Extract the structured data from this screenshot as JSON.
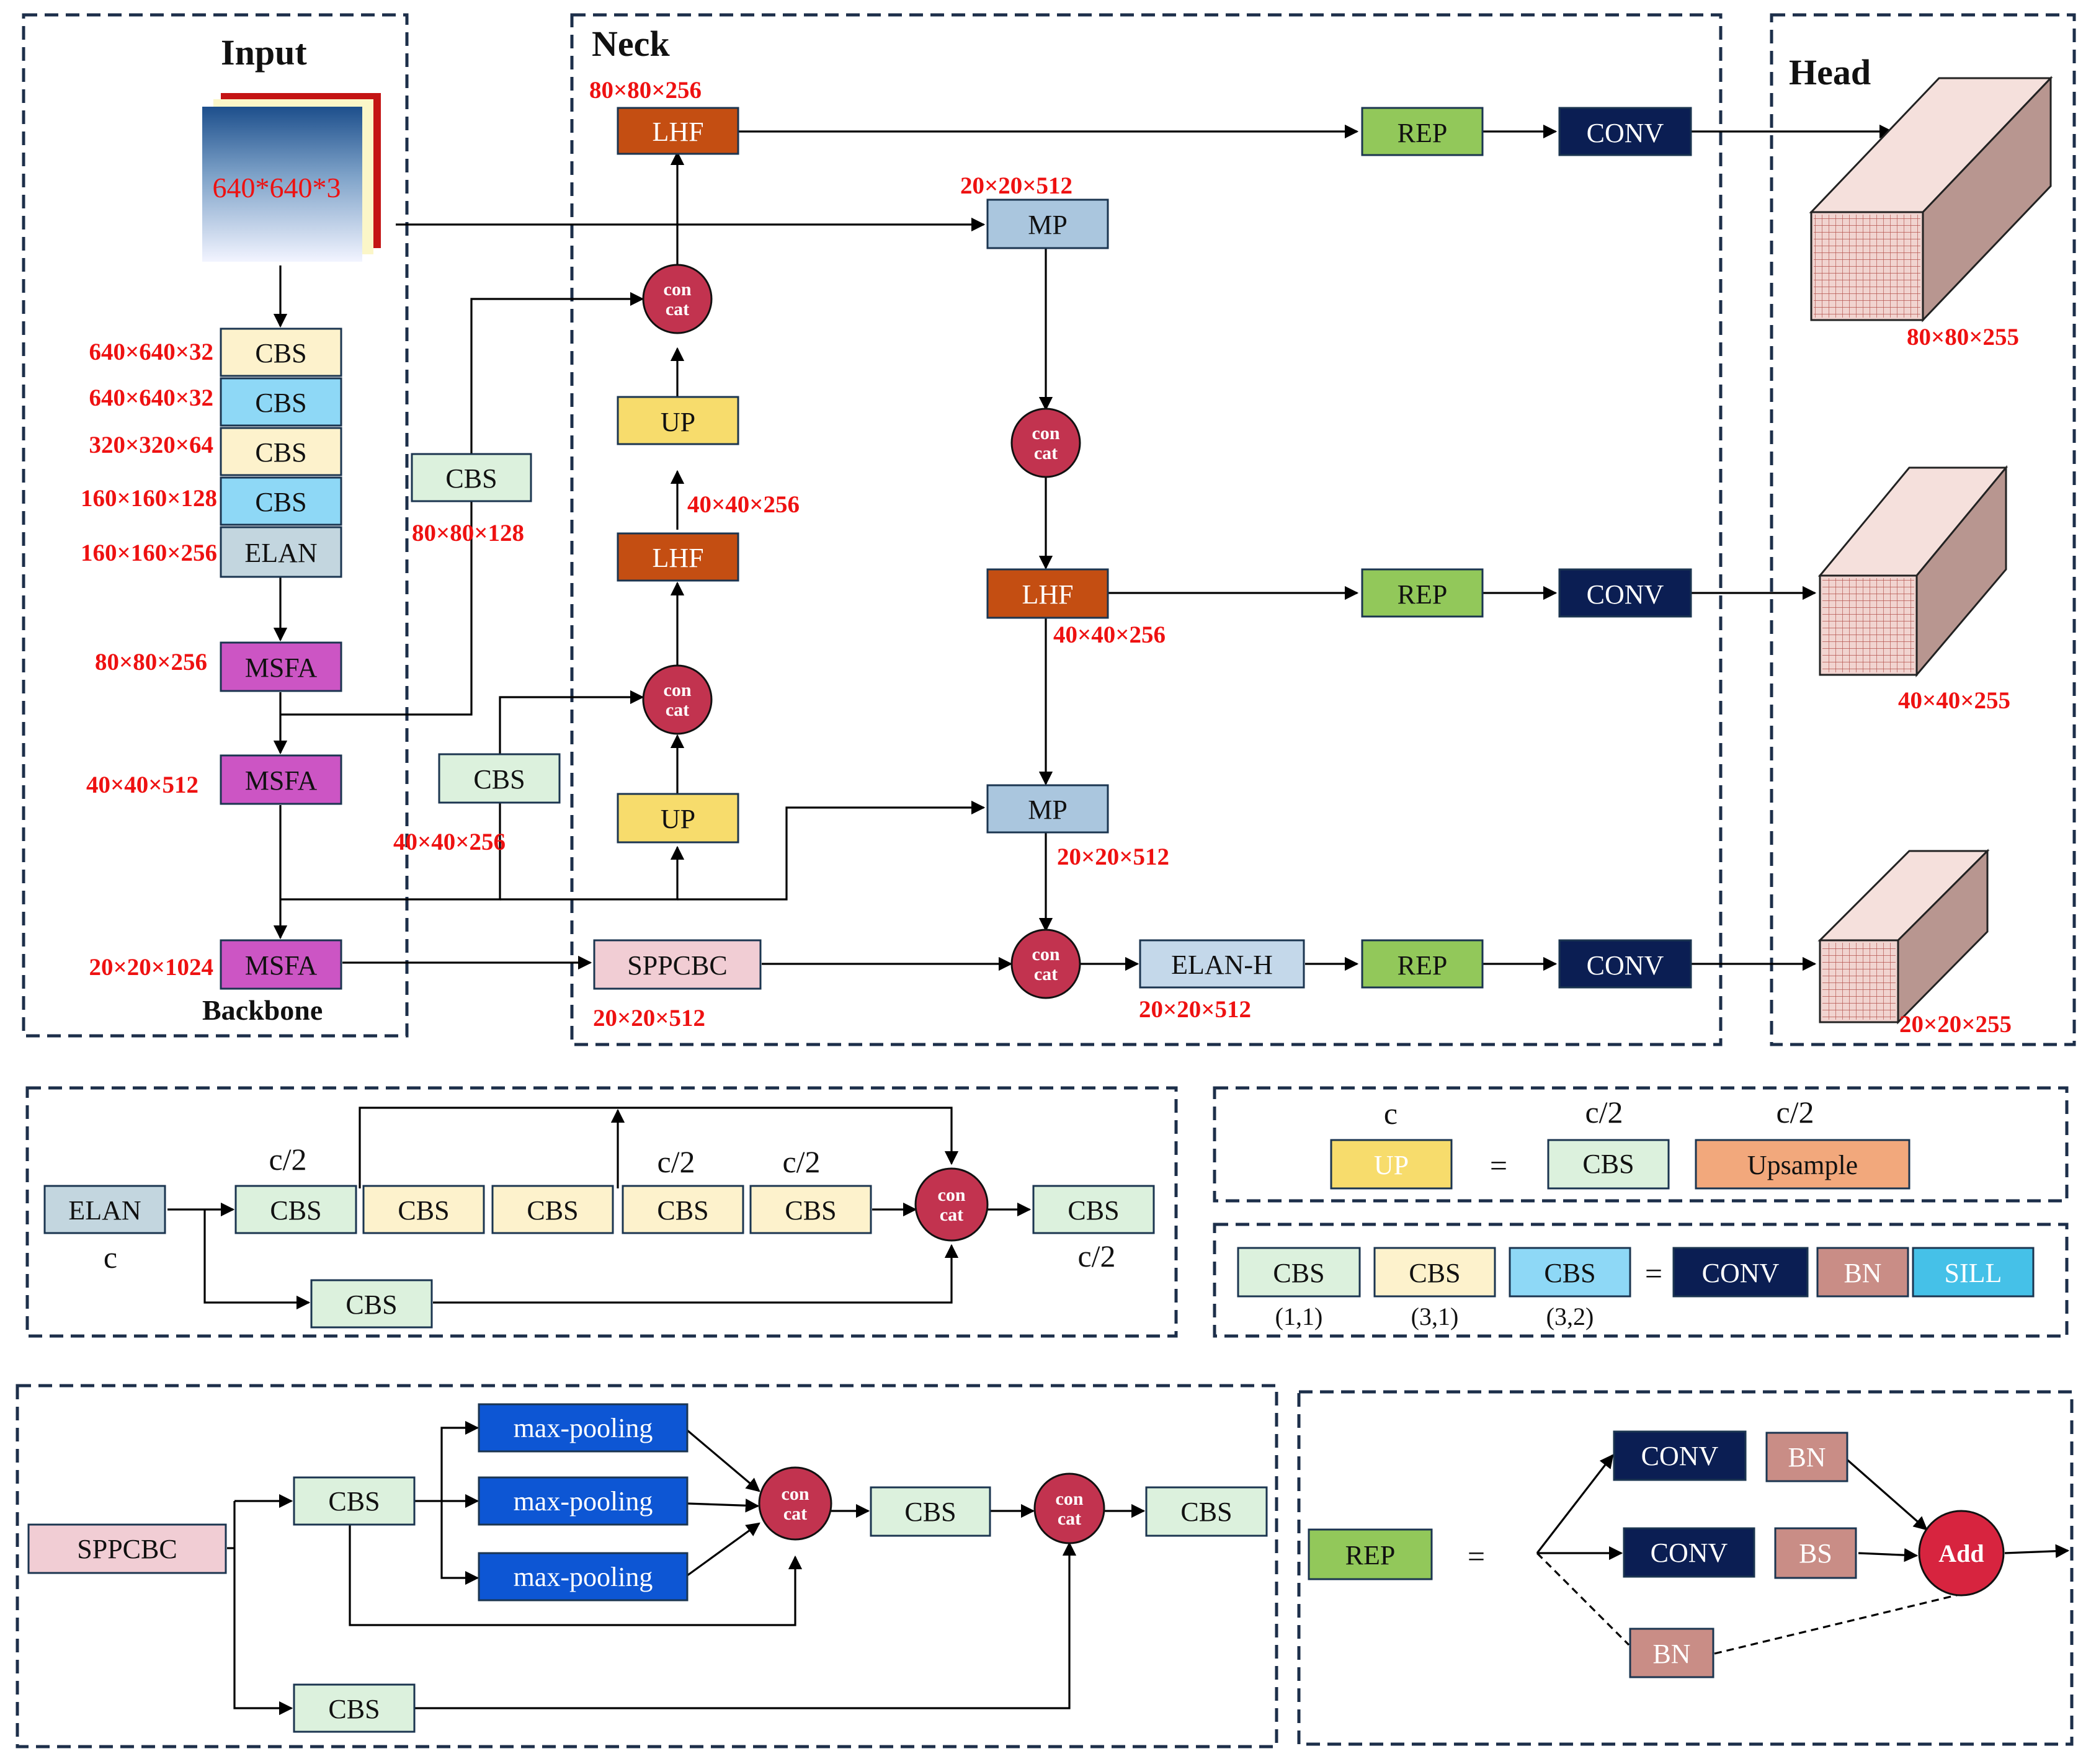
{
  "colors": {
    "cbs_cream": "#fdf2cc",
    "cbs_blue": "#8ed8f6",
    "cbs_green": "#dcf1dd",
    "elan_gray": "#c3d6df",
    "msfa_magenta": "#cc55c4",
    "lhf_orange": "#c44e12",
    "up_yellow": "#f7dc6c",
    "mp_blue": "#aac6de",
    "rep_green": "#92c85a",
    "conv_navy": "#0b1e53",
    "sppcbc_pink": "#f1cdd4",
    "elanh_blue": "#c4d8ea",
    "concat_red": "#c2334f",
    "maxpool_blue": "#0d56d4",
    "upsample_orange": "#f2a87c",
    "bn_rose": "#c98d86",
    "sill_cyan": "#45c1e8",
    "head_face": "#f1d4d0",
    "head_top": "#f5e0dc",
    "head_side": "#b89690",
    "input_red": "#c41414",
    "dim_red": "#ee1111",
    "dashed_border": "#1d2f4a"
  },
  "sections": {
    "input_title": "Input",
    "neck_title": "Neck",
    "head_title": "Head",
    "backbone_label": "Backbone"
  },
  "input_image": {
    "label": "640*640*3"
  },
  "labels": {
    "cbs": "CBS",
    "elan": "ELAN",
    "msfa": "MSFA",
    "lhf": "LHF",
    "up": "UP",
    "mp": "MP",
    "rep": "REP",
    "conv": "CONV",
    "sppcbc": "SPPCBC",
    "elan_h": "ELAN-H",
    "concat_top": "con",
    "concat_bottom": "cat",
    "upsample": "Upsample",
    "bn": "BN",
    "bs": "BS",
    "sill": "SILL",
    "max_pooling": "max-pooling",
    "add": "Add",
    "equals": "="
  },
  "backbone_dims": {
    "cbs1": "640×640×32",
    "cbs2": "640×640×32",
    "cbs3": "320×320×64",
    "cbs4": "160×160×128",
    "elan": "160×160×256",
    "msfa1": "80×80×256",
    "msfa2": "40×40×512",
    "msfa3": "20×20×1024"
  },
  "neck_dims": {
    "cbs_a": "80×80×128",
    "cbs_b": "40×40×256",
    "lhf_top": "80×80×256",
    "lhf_mid": "40×40×256",
    "mp_top": "20×20×512",
    "lhf_right": "40×40×256",
    "mp_bottom": "20×20×512",
    "sppcbc": "20×20×512",
    "elan_h": "20×20×512"
  },
  "head_dims": {
    "top": "80×80×255",
    "middle": "40×40×255",
    "bottom": "20×20×255"
  },
  "elan_legend": {
    "channels_in": "c",
    "half_a": "c/2",
    "half_b": "c/2",
    "half_c": "c/2",
    "half_out": "c/2"
  },
  "up_legend": {
    "channels": "c",
    "half_a": "c/2",
    "half_b": "c/2"
  },
  "cbs_legend": {
    "param_a": "(1,1)",
    "param_b": "(3,1)",
    "param_c": "(3,2)"
  }
}
